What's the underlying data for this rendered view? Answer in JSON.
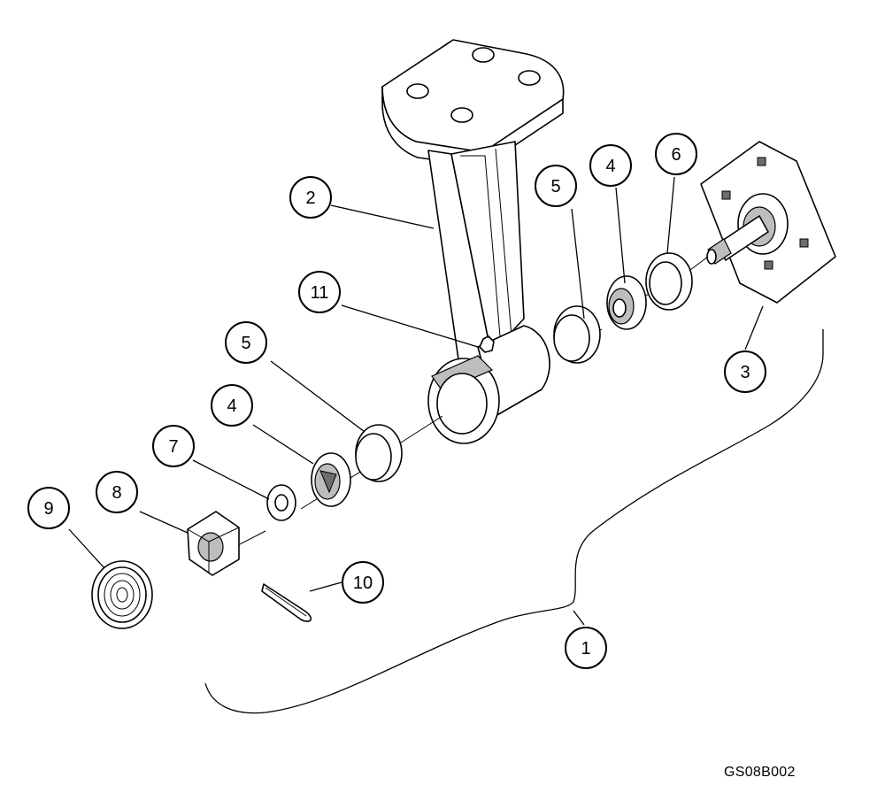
{
  "drawing_number": "GS08B002",
  "callouts": [
    {
      "id": "c1",
      "label": "1"
    },
    {
      "id": "c2",
      "label": "2"
    },
    {
      "id": "c3",
      "label": "3"
    },
    {
      "id": "c4a",
      "label": "4"
    },
    {
      "id": "c4b",
      "label": "4"
    },
    {
      "id": "c5a",
      "label": "5"
    },
    {
      "id": "c5b",
      "label": "5"
    },
    {
      "id": "c6",
      "label": "6"
    },
    {
      "id": "c7",
      "label": "7"
    },
    {
      "id": "c8",
      "label": "8"
    },
    {
      "id": "c9",
      "label": "9"
    },
    {
      "id": "c10",
      "label": "10"
    },
    {
      "id": "c11",
      "label": "11"
    }
  ]
}
